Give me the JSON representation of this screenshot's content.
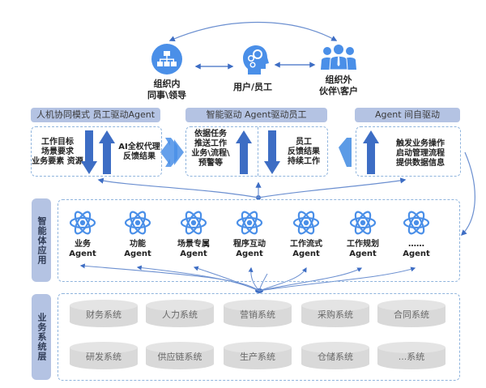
{
  "colors": {
    "accent": "#4a8fe8",
    "arrow_dark": "#3d6dc4",
    "header_bg": "#b4c3e3",
    "dash_border": "#8fb4dd",
    "cylinder": "#d9d9d9"
  },
  "actors": [
    {
      "id": "internal",
      "icon": "org-chart-icon",
      "label_lines": [
        "组织内",
        "同事\\领导"
      ]
    },
    {
      "id": "user",
      "icon": "head-gears-icon",
      "label_lines": [
        "用户/员工"
      ]
    },
    {
      "id": "external",
      "icon": "group-people-icon",
      "label_lines": [
        "组织外",
        "伙伴\\客户"
      ]
    }
  ],
  "modes": [
    {
      "header": "人机协同模式  员工驱动Agent",
      "left_text": [
        "工作目标",
        "场景要求",
        "业务要素 资源"
      ],
      "right_text": [
        "AI全权代理",
        "反馈结果"
      ]
    },
    {
      "header": "智能驱动 Agent驱动员工",
      "left_text": [
        "依据任务",
        "推送工作",
        "业务\\流程\\",
        "预警等"
      ],
      "right_text": [
        "员工",
        "反馈结果",
        "持续工作"
      ]
    },
    {
      "header": "Agent 间自驱动",
      "right_text": [
        "触发业务操作",
        "启动管理流程",
        "提供数据信息"
      ]
    }
  ],
  "agent_layer": {
    "side_label": "智能体应用",
    "agents": [
      {
        "line1": "业务",
        "line2": "Agent"
      },
      {
        "line1": "功能",
        "line2": "Agent"
      },
      {
        "line1": "场景专属",
        "line2": "Agent"
      },
      {
        "line1": "程序互动",
        "line2": "Agent"
      },
      {
        "line1": "工作流式",
        "line2": "Agent"
      },
      {
        "line1": "工作规划",
        "line2": "Agent"
      },
      {
        "line1": "……",
        "line2": "Agent"
      }
    ]
  },
  "system_layer": {
    "side_label": "业务系统层",
    "systems": [
      "财务系统",
      "人力系统",
      "营销系统",
      "采购系统",
      "合同系统",
      "研发系统",
      "供应链系统",
      "生产系统",
      "仓储系统",
      "...系统"
    ]
  }
}
